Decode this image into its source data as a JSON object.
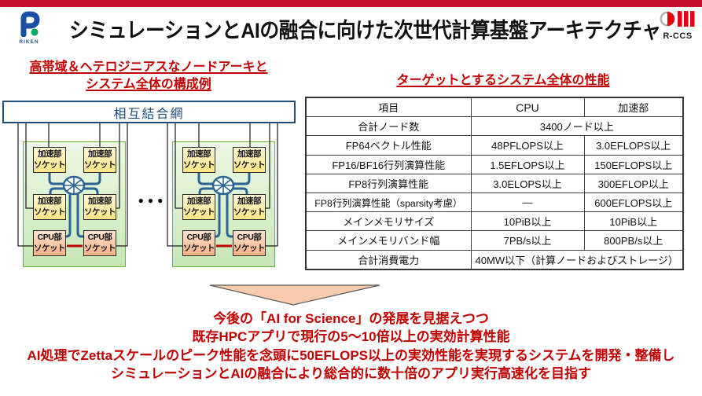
{
  "colors": {
    "brand_red_bar": "#C8102E",
    "accent_red_text": "#C00000",
    "interconnect_blue": "#1F4E79",
    "connector_blue": "#2A6396",
    "node_green_border": "#70AD47",
    "accel_socket_yellow": "#FFE587",
    "cpu_socket_salmon": "#F4B183",
    "arrow_fill": "#F8CBAD"
  },
  "header": {
    "title": "シミュレーションとAIの融合に向けた次世代計算基盤アーキテクチャ",
    "riken_label": "RIKEN",
    "rccs_label": "R-CCS"
  },
  "left": {
    "heading_line1": "高帯域＆ヘテロジニアスなノードアーキと",
    "heading_line2": "システム全体の構成例",
    "interconnect_label": "相互結合網",
    "accel_socket_label": "加速部\nソケット",
    "cpu_socket_label": "CPU部\nソケット",
    "node_ellipsis": "●●●"
  },
  "table": {
    "title": "ターゲットとするシステム全体の性能",
    "headers": {
      "item": "項目",
      "cpu": "CPU",
      "accel": "加速部"
    },
    "rows": [
      {
        "item": "合計ノード数",
        "value": "3400ノード以上"
      },
      {
        "item": "FP64ベクトル性能",
        "cpu": "48PFLOPS以上",
        "accel": "3.0EFLOPS以上"
      },
      {
        "item": "FP16/BF16行列演算性能",
        "cpu": "1.5EFLOPS以上",
        "accel": "150EFLOPS以上"
      },
      {
        "item": "FP8行列演算性能",
        "cpu": "3.0ELOPS以上",
        "accel": "300EFLOP以上"
      },
      {
        "item": "FP8行列演算性能（sparsity考慮）",
        "cpu": "―",
        "accel": "600EFLOPS以上"
      },
      {
        "item": "メインメモリサイズ",
        "cpu": "10PiB以上",
        "accel": "10PiB以上"
      },
      {
        "item": "メインメモリバンド幅",
        "cpu": "7PB/s以上",
        "accel": "800PB/s以上"
      },
      {
        "item": "合計消費電力",
        "value": "40MW以下（計算ノードおよびストレージ）"
      }
    ]
  },
  "bottom": {
    "lines": [
      "今後の「AI for Science」の発展を見据えつつ",
      "既存HPCアプリで現行の5～10倍以上の実効計算性能",
      "AI処理でZettaスケールのピーク性能を念頭に50EFLOPS以上の実効性能を実現するシステムを開発・整備し",
      "シミュレーションとAIの融合により総合的に数十倍のアプリ実行高速化を目指す"
    ]
  }
}
